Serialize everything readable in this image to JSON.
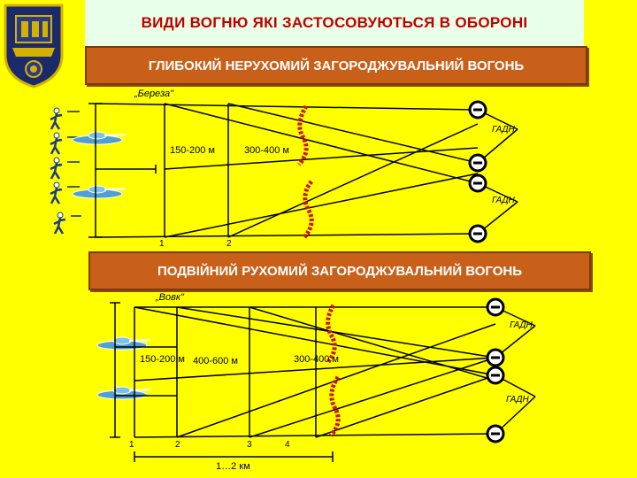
{
  "header": {
    "title": "ВИДИ ВОГНЮ ЯКІ ЗАСТОСОВУЮТЬСЯ В ОБОРОНІ"
  },
  "section1": {
    "title": "ГЛИБОКИЙ НЕРУХОМИЙ ЗАГОРОДЖУВАЛЬНИЙ ВОГОНЬ",
    "codename": "„Береза\"",
    "dist_a": "150-200 м",
    "dist_b": "300-400 м",
    "battery_top": "ГАДН",
    "battery_bottom": "ГАДН",
    "line_1": "1",
    "line_2": "2"
  },
  "section2": {
    "title": "ПОДВІЙНИЙ РУХОМИЙ ЗАГОРОДЖУВАЛЬНИЙ ВОГОНЬ",
    "codename": "„Вовк\"",
    "dist_a": "150-200 м",
    "dist_b": "400-600 м",
    "dist_c": "300-400 м",
    "battery_top": "ГАДН",
    "battery_bottom": "ГАДН",
    "line_1": "1",
    "line_2": "2",
    "line_3": "3",
    "line_4": "4",
    "depth": "1…2 км"
  },
  "colors": {
    "background": "#ffff00",
    "banner": "#c8601a",
    "title_text": "#c00000",
    "fire_zone": "#cc1010"
  }
}
